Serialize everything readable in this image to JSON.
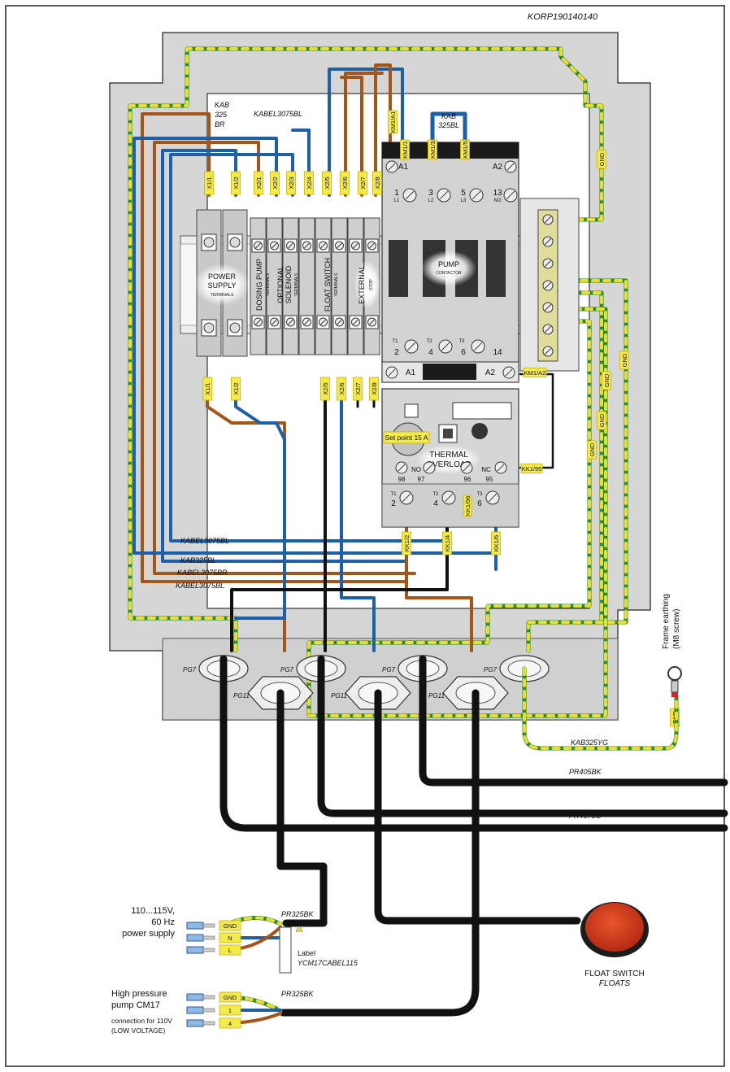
{
  "drawing_code": "KORP190140140",
  "terminals_top": [
    "X1/1",
    "X1/2",
    "X2/1",
    "X2/2",
    "X2/3",
    "X2/4",
    "X2/5",
    "X2/6",
    "X2/7",
    "X2/8"
  ],
  "terminals_bottom": [
    "X1/1",
    "X1/2",
    "X2/5",
    "X2/6",
    "X2/7",
    "X2/8"
  ],
  "terminal_blocks": {
    "power": [
      "POWER",
      "SUPPLY",
      "TERMINALS"
    ],
    "dosing": [
      "DOSING PUMP",
      "TERMINALS"
    ],
    "solenoid": [
      "OPTIONAL",
      "SOLENOID",
      "TERMINALS"
    ],
    "float": [
      "FLOAT SWITCH",
      "TERMINALS"
    ],
    "external": [
      "EXTERNAL",
      "STOP"
    ]
  },
  "cables_top": {
    "kab325br": [
      "KAB",
      "325",
      "BR"
    ],
    "kabel3075bl": "KABEL3075BL",
    "kab325bl": [
      "KAB",
      "325BL"
    ]
  },
  "contactor": {
    "labels": [
      "KM1/A1",
      "KM1/1",
      "KM1/3",
      "KM1/5"
    ],
    "a1": "A1",
    "a2": "A2",
    "top_numbers": [
      "1",
      "3",
      "5",
      "13"
    ],
    "top_subs": [
      "L1",
      "L2",
      "L3",
      "NO"
    ],
    "title": "PUMP",
    "subtitle": "CONTACTOR",
    "bottom_numbers": [
      "2",
      "4",
      "6",
      "14"
    ],
    "bottom_subs": [
      "T1",
      "T2",
      "T3"
    ],
    "a1_bottom": "A1",
    "a2_bottom": "A2",
    "km_a2": "KM1/A2"
  },
  "overload": {
    "set_point": "Set point 15 A",
    "title": [
      "THERMAL",
      "OVERLOAD"
    ],
    "contacts": [
      "98",
      "NO",
      "97",
      "96",
      "NC",
      "95"
    ],
    "kk95": "KK1/95",
    "outputs": [
      "T1",
      "2",
      "T2",
      "4",
      "T3",
      "6"
    ],
    "kk_out": [
      "KK1/2",
      "KK1/4",
      "KK1/6"
    ],
    "small_tag": "KK1/96"
  },
  "gnd": "GND",
  "cables_left": [
    "KABEL3075BL",
    "KAB325BL",
    "KABEL3075BR",
    "KABEL3075BL"
  ],
  "glands": [
    "PG7",
    "PG7",
    "PG7",
    "PG7",
    "PG11",
    "PG11",
    "PG11"
  ],
  "frame_earth": [
    "Frame earthing",
    "(M8 screw)"
  ],
  "external_cables": {
    "yg": "KAB325YG",
    "pr405": "PR405BK",
    "pr4075": "PR4075G"
  },
  "power_supply": {
    "desc": [
      "110...115V,",
      "60 Hz",
      "power supply"
    ],
    "wires": [
      "GND",
      "N",
      "L"
    ],
    "cable": "PR325BK",
    "label_note": [
      "Label",
      "YCM17CABEL115"
    ]
  },
  "pump": {
    "desc": [
      "High pressure",
      "pump CM17"
    ],
    "note": [
      "connection for 110V",
      "(LOW VOLTAGE)"
    ],
    "wires": [
      "GND",
      "1",
      "4"
    ],
    "cable": "PR325BK"
  },
  "float_switch": [
    "FLOAT SWITCH",
    "FLOATS"
  ]
}
